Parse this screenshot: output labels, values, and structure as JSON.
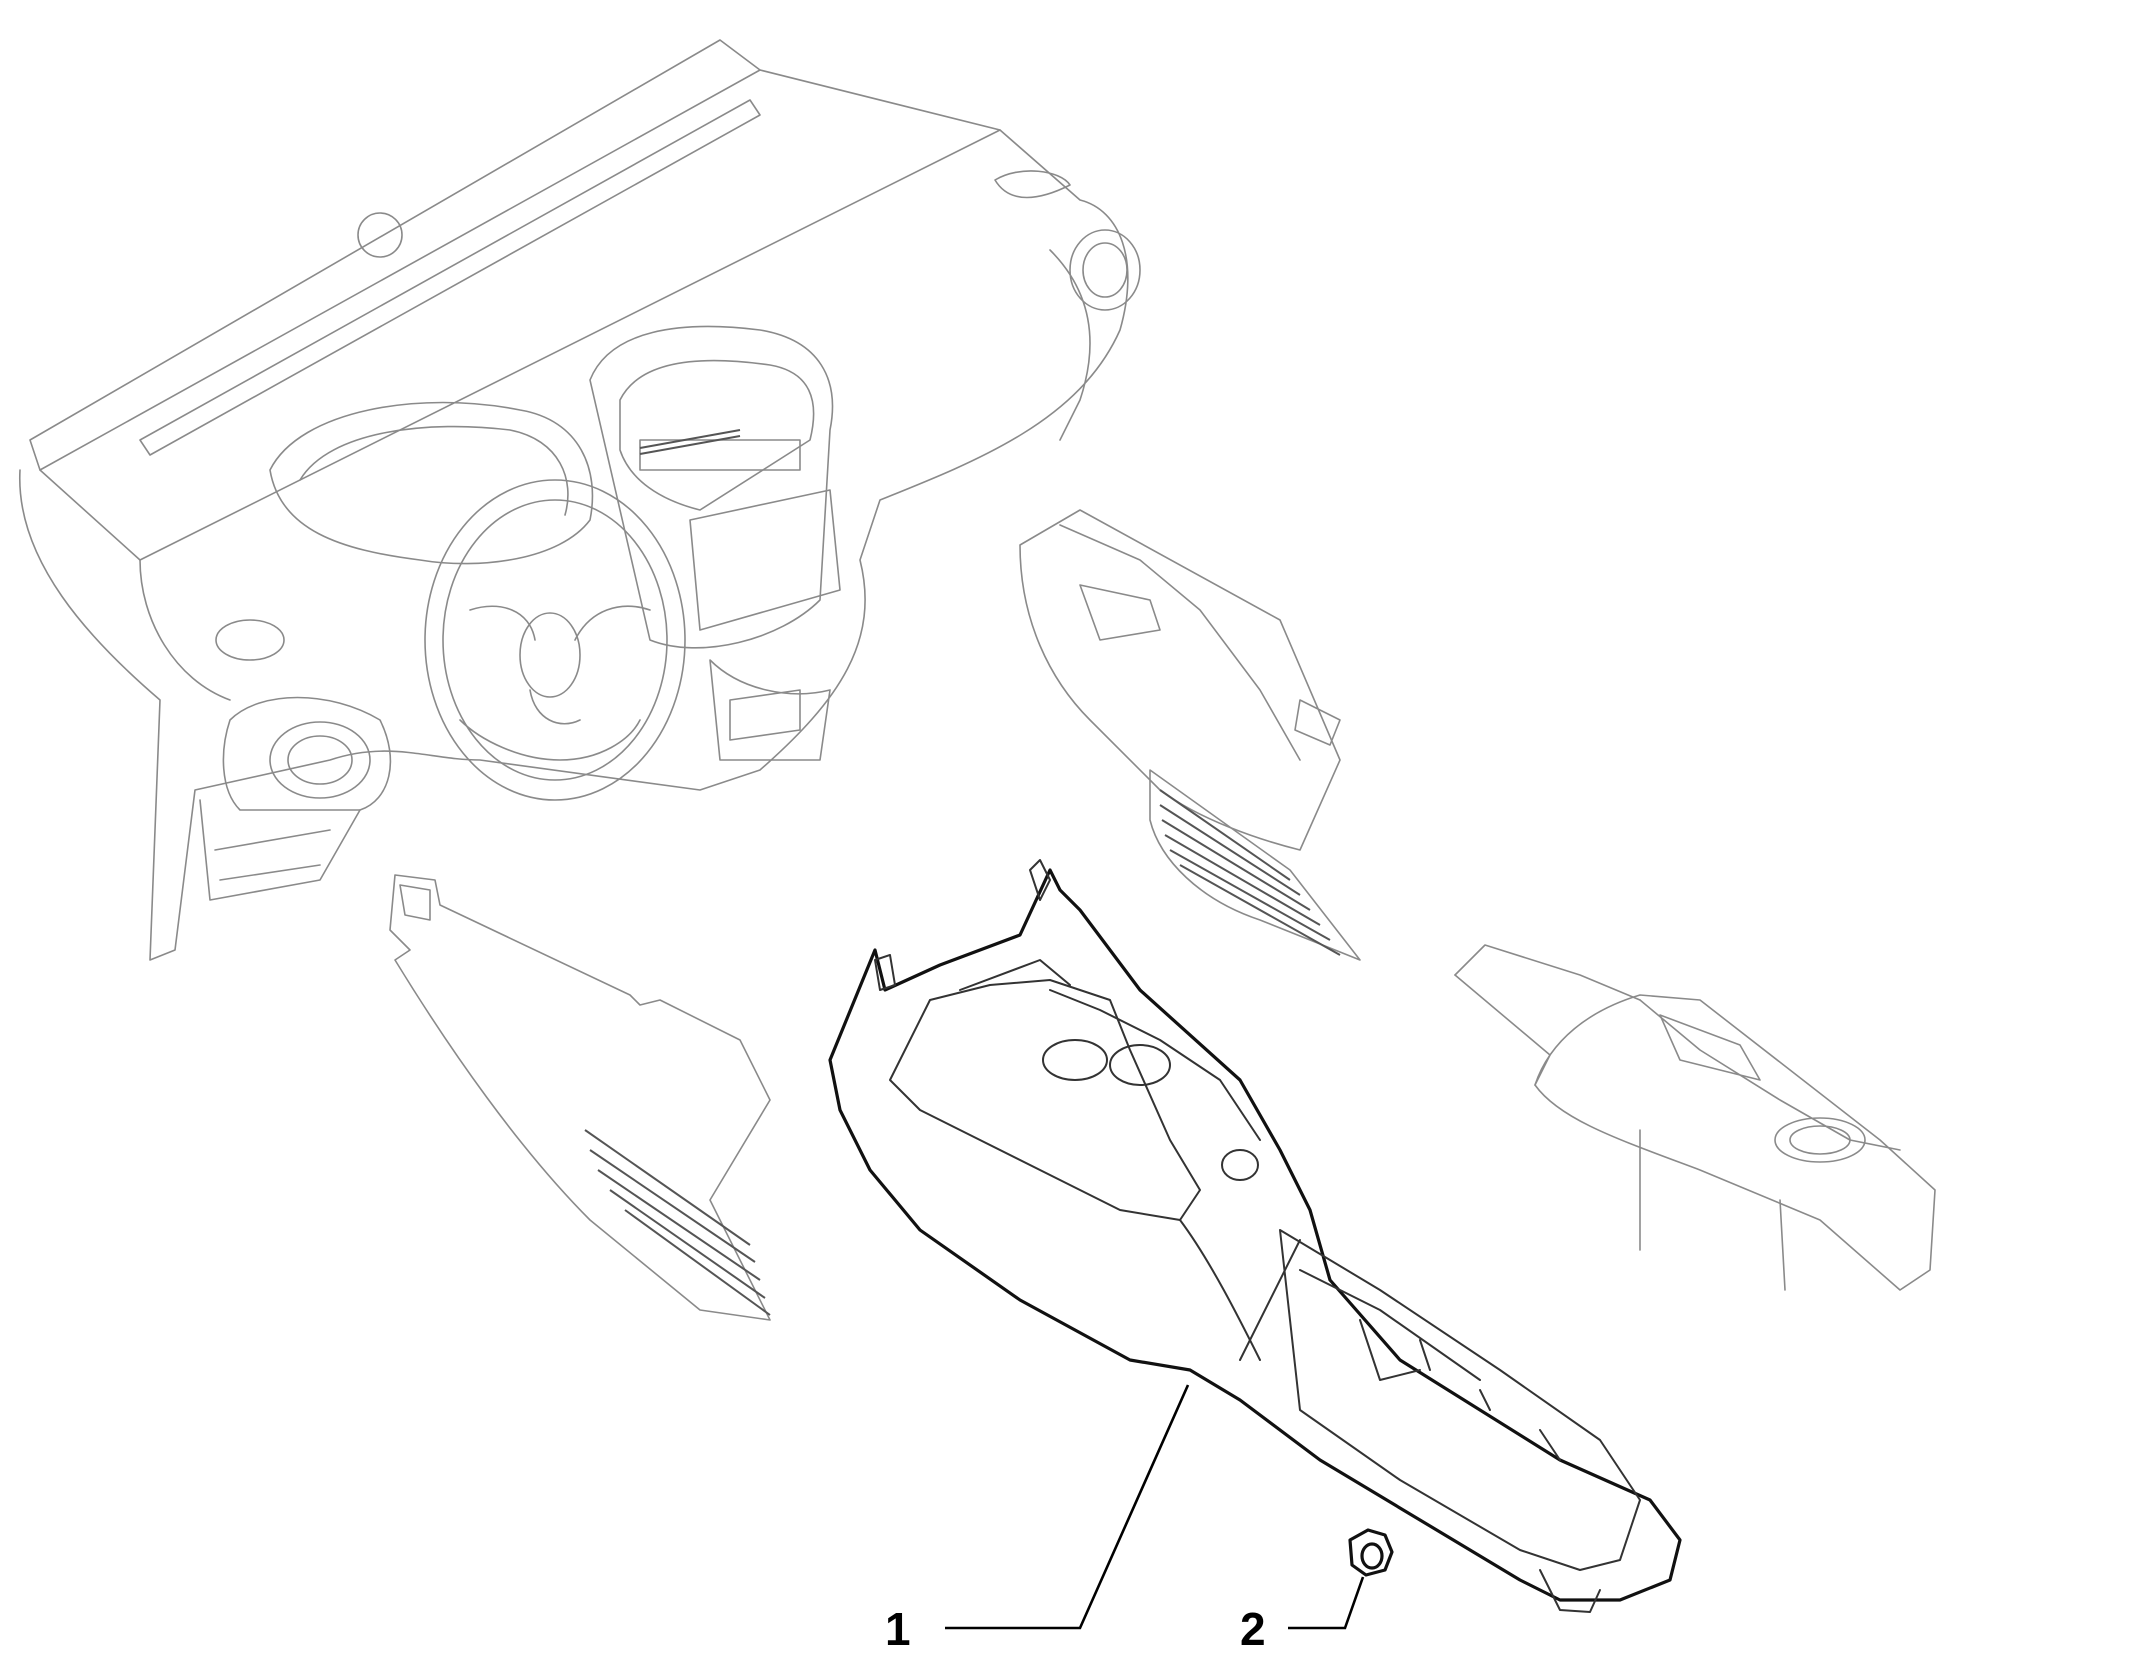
{
  "callouts": [
    {
      "number": "1",
      "part": "centre-console"
    },
    {
      "number": "2",
      "part": "nut"
    }
  ],
  "colors": {
    "background": "#ffffff",
    "faint_line": "#8a8a8a",
    "bold_line": "#111111",
    "label": "#000000"
  }
}
